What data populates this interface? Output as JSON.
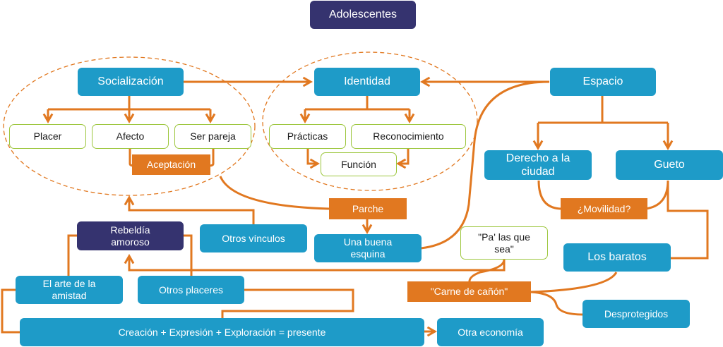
{
  "title": "Adolescentes",
  "nodes": {
    "socializacion": "Socialización",
    "identidad": "Identidad",
    "espacio": "Espacio",
    "placer": "Placer",
    "afecto": "Afecto",
    "ser_pareja": "Ser pareja",
    "aceptacion": "Aceptación",
    "practicas": "Prácticas",
    "reconocimiento": "Reconocimiento",
    "funcion": "Función",
    "derecho_ciudad": "Derecho a la ciudad",
    "gueto": "Gueto",
    "movilidad": "¿Movilidad?",
    "parche": "Parche",
    "una_buena_esquina": "Una buena esquina",
    "otros_vinculos": "Otros vínculos",
    "rebeldia": "Rebeldía amoroso",
    "pa_las_que_sea": "\"Pa' las que sea\"",
    "los_baratos": "Los baratos",
    "carne_canon": "\"Carne de cañón\"",
    "desprotegidos": "Desprotegidos",
    "arte_amistad": "El arte de la amistad",
    "otros_placeres": "Otros placeres",
    "creacion": "Creación + Expresión + Exploración = presente",
    "otra_economia": "Otra economía"
  },
  "colors": {
    "blue": "#1e9bc8",
    "navy": "#35336f",
    "orange": "#e17820",
    "green_border": "#9cc63c"
  }
}
